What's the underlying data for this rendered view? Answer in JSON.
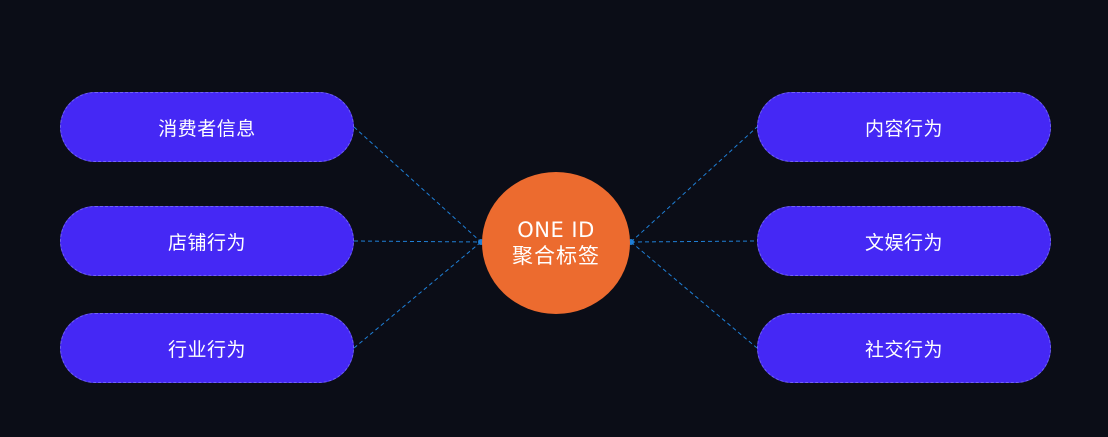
{
  "center": {
    "line1": "ONE ID",
    "line2": "聚合标签"
  },
  "left_items": [
    {
      "label": "消费者信息"
    },
    {
      "label": "店铺行为"
    },
    {
      "label": "行业行为"
    }
  ],
  "right_items": [
    {
      "label": "内容行为"
    },
    {
      "label": "文娱行为"
    },
    {
      "label": "社交行为"
    }
  ],
  "colors": {
    "background": "#0b0d17",
    "pill": "#4528f5",
    "center": "#ec6b2f",
    "connector": "#1f7fd6"
  }
}
